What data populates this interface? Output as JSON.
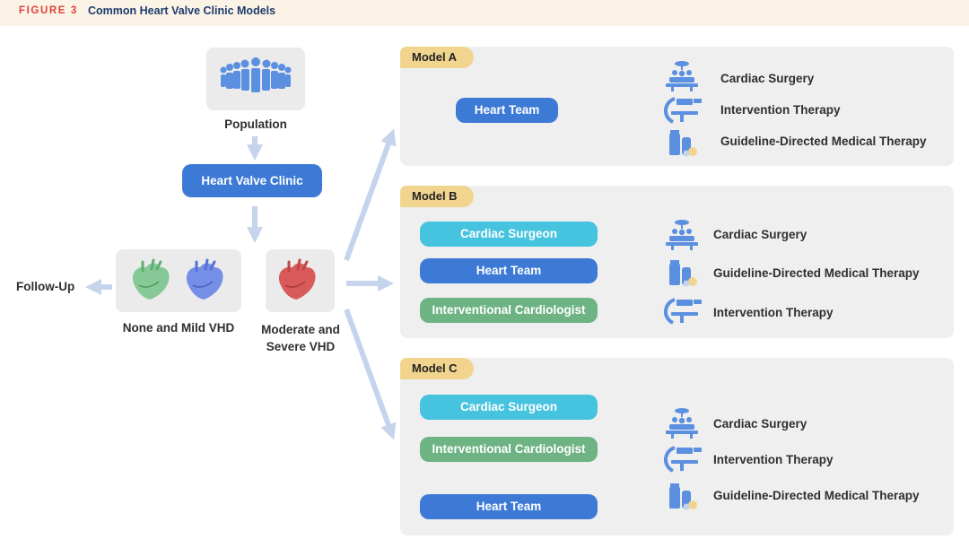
{
  "figure": {
    "label": "FIGURE 3",
    "title": "Common Heart Valve Clinic Models"
  },
  "flow": {
    "population": "Population",
    "clinic": "Heart Valve Clinic",
    "follow_up": "Follow-Up",
    "mild": "None and Mild VHD",
    "severe_line1": "Moderate and",
    "severe_line2": "Severe VHD"
  },
  "model_a": {
    "tag": "Model A",
    "team": "Heart Team",
    "outcomes": [
      "Cardiac Surgery",
      "Intervention Therapy",
      "Guideline-Directed Medical Therapy"
    ]
  },
  "model_b": {
    "tag": "Model B",
    "roles": [
      "Cardiac Surgeon",
      "Heart Team",
      "Interventional Cardiologist"
    ],
    "outcomes": [
      "Cardiac Surgery",
      "Guideline-Directed Medical Therapy",
      "Intervention Therapy"
    ]
  },
  "model_c": {
    "tag": "Model C",
    "roles": [
      "Cardiac Surgeon",
      "Interventional Cardiologist",
      "Heart Team"
    ],
    "plus": "+",
    "outcomes": [
      "Cardiac Surgery",
      "Intervention Therapy",
      "Guideline-Directed Medical Therapy"
    ]
  },
  "colors": {
    "blue": "#3d7ad6",
    "cyan": "#46c3de",
    "green": "#6db383",
    "tag": "#f1d58f",
    "arrow": "#c5d4ec",
    "icon": "#5b8fe0",
    "heart_green": "#7cc48e",
    "heart_blue": "#6f89e6",
    "heart_red": "#d85a5a"
  },
  "icons": [
    "people-group-icon",
    "heart-green-icon",
    "heart-blue-icon",
    "heart-red-icon",
    "surgery-icon",
    "cath-lab-icon",
    "medication-icon"
  ]
}
